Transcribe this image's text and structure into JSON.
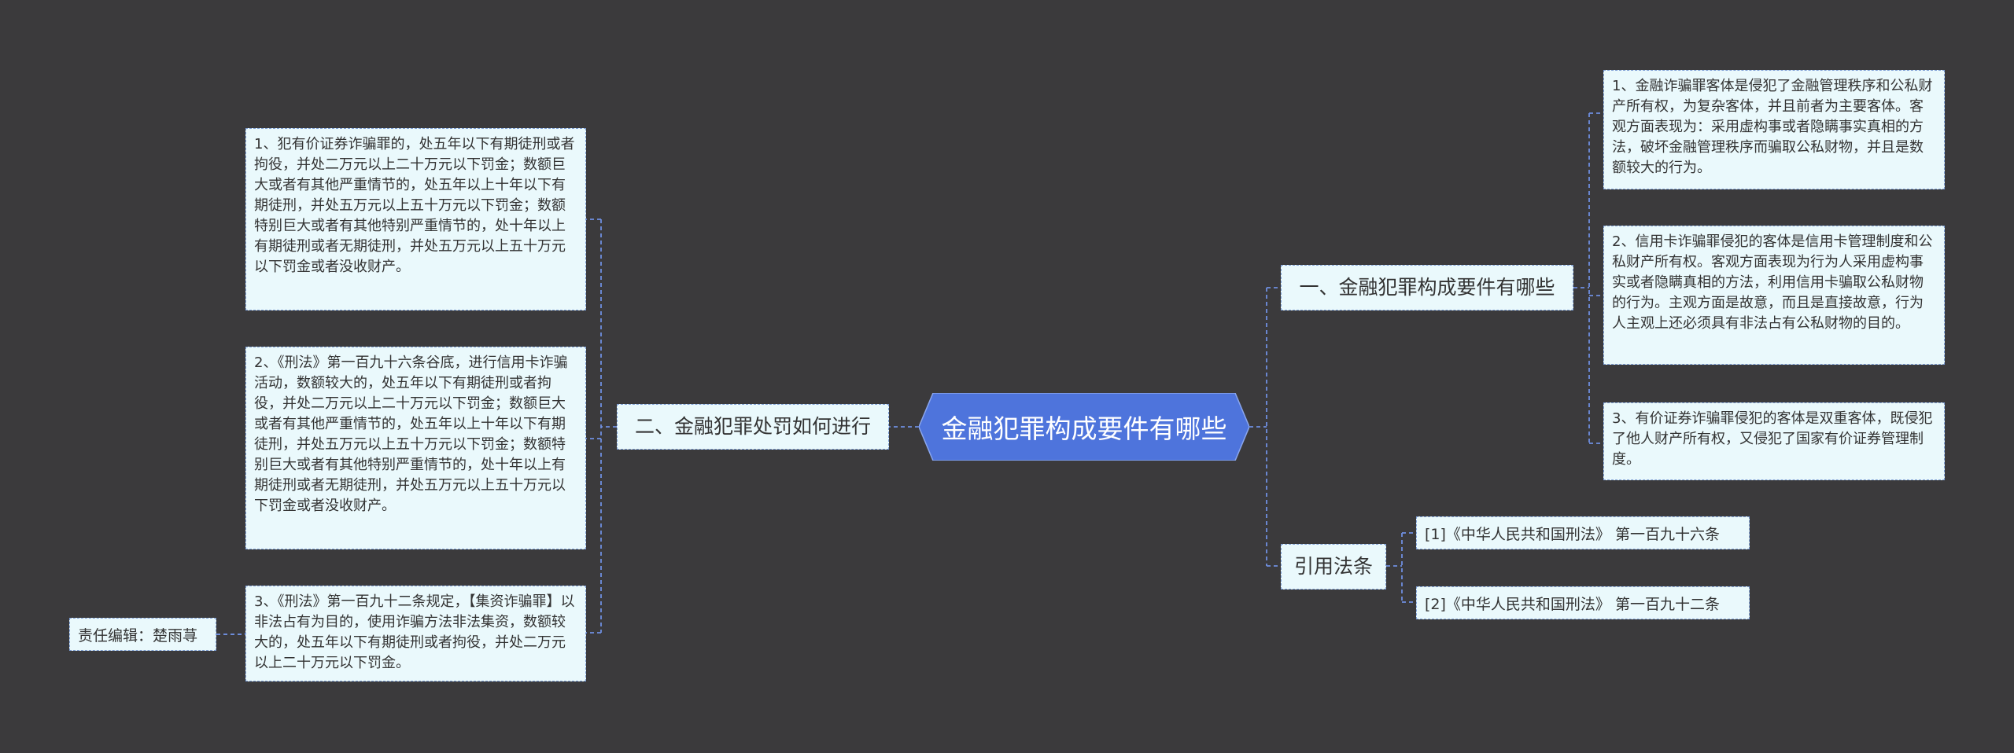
{
  "root": {
    "label": "金融犯罪构成要件有哪些"
  },
  "branches": {
    "elements": {
      "label": "一、金融犯罪构成要件有哪些"
    },
    "punishment": {
      "label": "二、金融犯罪处罚如何进行"
    },
    "citations": {
      "label": "引用法条"
    }
  },
  "elements_items": [
    "1、金融诈骗罪客体是侵犯了金融管理秩序和公私财产所有权，为复杂客体，并且前者为主要客体。客观方面表现为：采用虚构事或者隐瞒事实真相的方法，破坏金融管理秩序而骗取公私财物，并且是数额较大的行为。",
    "2、信用卡诈骗罪侵犯的客体是信用卡管理制度和公私财产所有权。客观方面表现为行为人采用虚构事实或者隐瞒真相的方法，利用信用卡骗取公私财物的行为。主观方面是故意，而且是直接故意，行为人主观上还必须具有非法占有公私财物的目的。",
    "3、有价证券诈骗罪侵犯的客体是双重客体，既侵犯了他人财产所有权，又侵犯了国家有价证券管理制度。"
  ],
  "punishment_items": [
    "1、犯有价证券诈骗罪的，处五年以下有期徒刑或者拘役，并处二万元以上二十万元以下罚金；数额巨大或者有其他严重情节的，处五年以上十年以下有期徒刑，并处五万元以上五十万元以下罚金；数额特别巨大或者有其他特别严重情节的，处十年以上有期徒刑或者无期徒刑，并处五万元以上五十万元以下罚金或者没收财产。",
    "2、《刑法》第一百九十六条谷底，进行信用卡诈骗活动，数额较大的，处五年以下有期徒刑或者拘役，并处二万元以上二十万元以下罚金；数额巨大或者有其他严重情节的，处五年以上十年以下有期徒刑，并处五万元以上五十万元以下罚金；数额特别巨大或者有其他特别严重情节的，处十年以上有期徒刑或者无期徒刑，并处五万元以上五十万元以下罚金或者没收财产。",
    "3、《刑法》第一百九十二条规定，【集资诈骗罪】以非法占有为目的，使用诈骗方法非法集资，数额较大的，处五年以下有期徒刑或者拘役，并处二万元以上二十万元以下罚金。"
  ],
  "citation_items": [
    "[1]《中华人民共和国刑法》 第一百九十六条",
    "[2]《中华人民共和国刑法》 第一百九十二条"
  ],
  "editor": {
    "label": "责任编辑：楚雨荨"
  },
  "colors": {
    "background": "#3b3a3c",
    "root_fill": "#4e74dc",
    "node_fill": "#eaf9fc",
    "node_border": "#7e9fd6",
    "connector": "#6f8fe0"
  }
}
